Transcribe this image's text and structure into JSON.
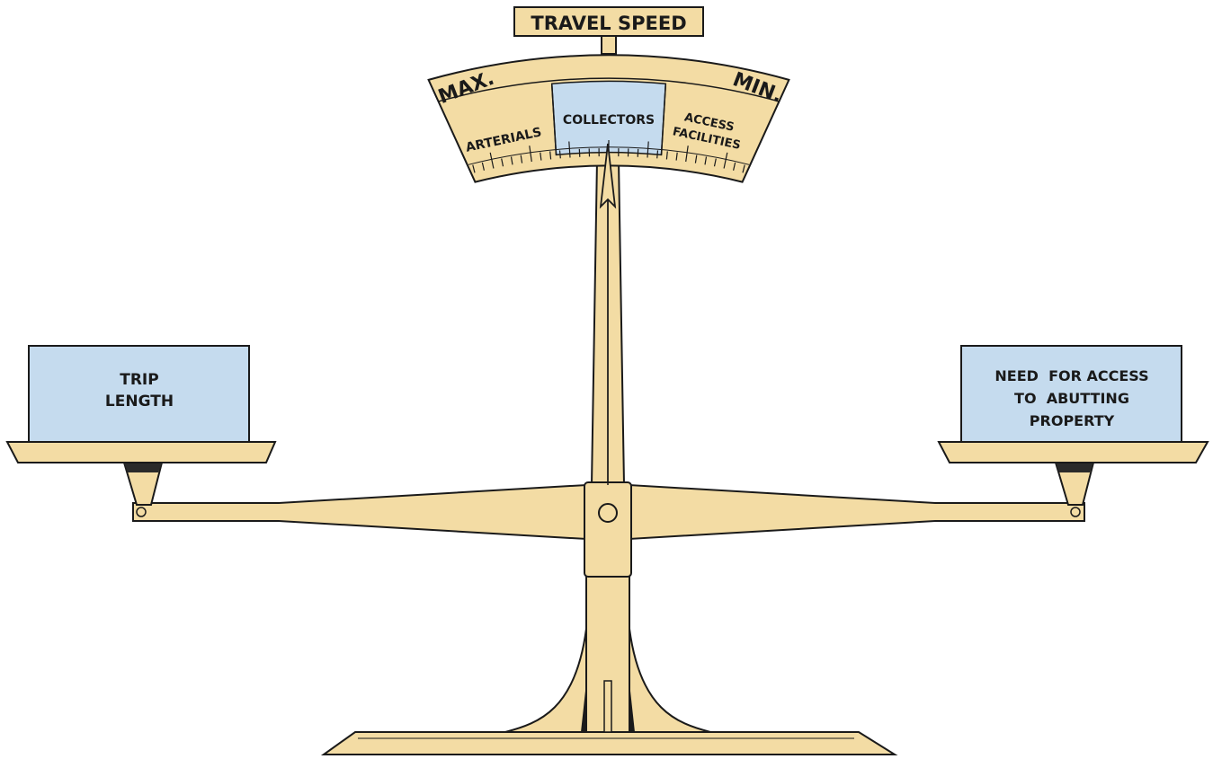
{
  "title": "TRAVEL SPEED",
  "dial": {
    "max_label": "MAX.",
    "min_label": "MIN.",
    "segments": [
      {
        "lines": [
          "ARTERIALS"
        ],
        "highlighted": false
      },
      {
        "lines": [
          "COLLECTORS"
        ],
        "highlighted": true
      },
      {
        "lines": [
          "ACCESS",
          "FACILITIES"
        ],
        "highlighted": false
      }
    ]
  },
  "left_pan": {
    "lines": [
      "TRIP",
      "LENGTH"
    ]
  },
  "right_pan": {
    "lines": [
      "NEED  FOR ACCESS",
      "TO  ABUTTING",
      "PROPERTY"
    ]
  },
  "colors": {
    "body": "#f3dca4",
    "label_box": "#c5dbee",
    "outline": "#1a1a1a",
    "shadow": "#2a2a2a"
  }
}
